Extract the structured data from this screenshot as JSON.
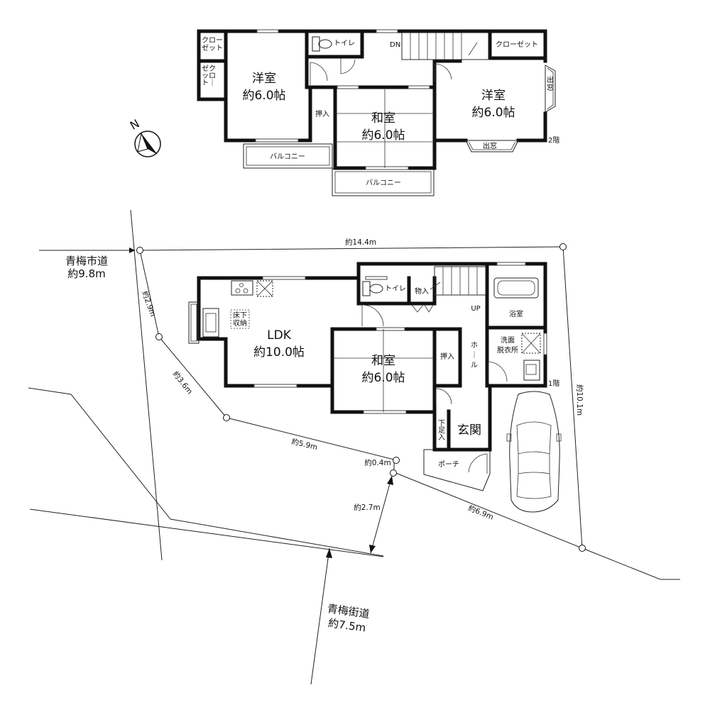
{
  "floor2": {
    "label": "2階",
    "rooms": {
      "closet_a": "クロー\nゼット",
      "closet_b": "ゼク\nッロ\nト｜",
      "western_w_name": "洋室",
      "western_w_size": "約6.0帖",
      "toilet": "トイレ",
      "dn": "DN",
      "closet_e": "クローゼット",
      "western_e_name": "洋室",
      "western_e_size": "約6.0帖",
      "bay_e": "出窓",
      "oshiire": "押入",
      "washitsu_name": "和室",
      "washitsu_size": "約6.0帖",
      "bay_s": "出窓",
      "balcony_w": "バルコニー",
      "balcony_c": "バルコニー"
    }
  },
  "floor1": {
    "label": "1階",
    "rooms": {
      "ldk_name": "LDK",
      "ldk_size": "約10.0帖",
      "underfloor": "床下\n収納",
      "toilet": "トイレ",
      "storage": "物入",
      "up": "UP",
      "bath": "浴室",
      "washroom": "洗面\n脱衣所",
      "hall": "ホール",
      "oshiire": "押入",
      "washitsu_name": "和室",
      "washitsu_size": "約6.0帖",
      "shoebox": "下足入",
      "genkan": "玄関",
      "porch": "ポーチ"
    }
  },
  "site": {
    "road_north_name": "青梅市道",
    "road_north_width": "約9.8m",
    "road_south_name": "青梅街道",
    "road_south_width": "約7.5m",
    "dim_top": "約14.4m",
    "dim_w1": "約2.9m",
    "dim_w2": "約3.6m",
    "dim_s1": "約5.9m",
    "dim_s2": "約0.4m",
    "dim_s3": "約2.7m",
    "dim_s4": "約6.9m",
    "dim_e": "約10.1m"
  },
  "compass": {
    "label": "N"
  }
}
